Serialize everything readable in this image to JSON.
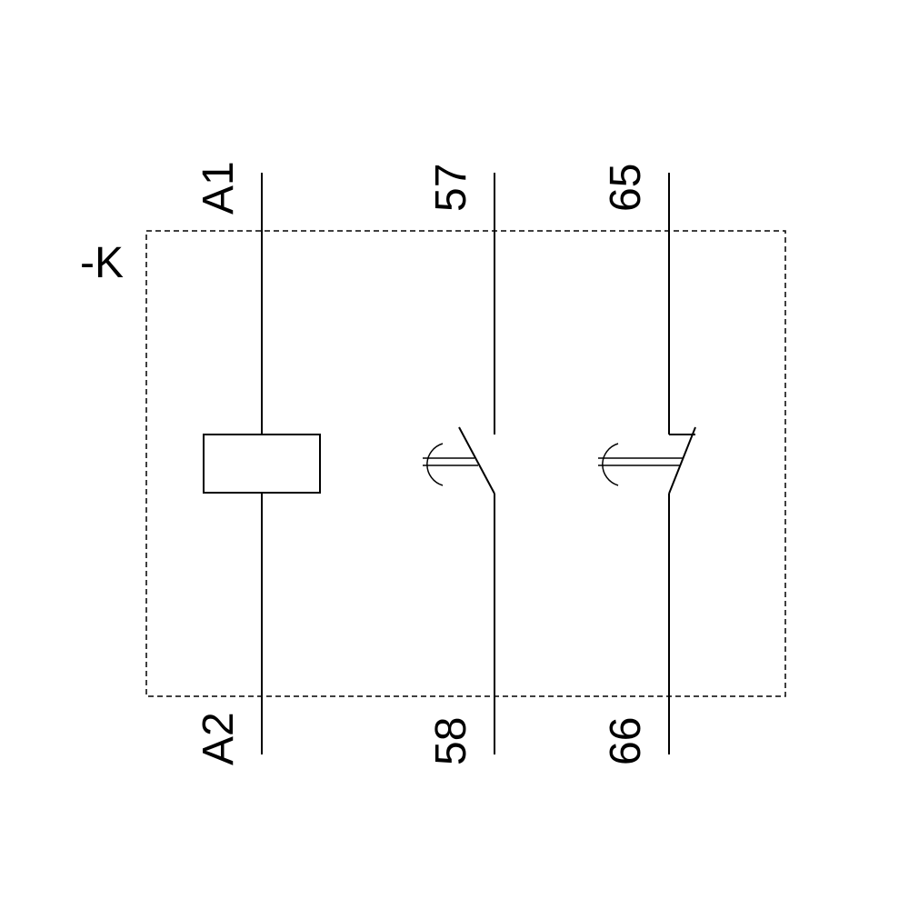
{
  "device": {
    "designation": "-K"
  },
  "terminals": {
    "coil_top": "A1",
    "coil_bottom": "A2",
    "contact1_top": "57",
    "contact1_bottom": "58",
    "contact2_top": "65",
    "contact2_bottom": "66"
  },
  "colors": {
    "line": "#000000",
    "background": "#ffffff"
  }
}
